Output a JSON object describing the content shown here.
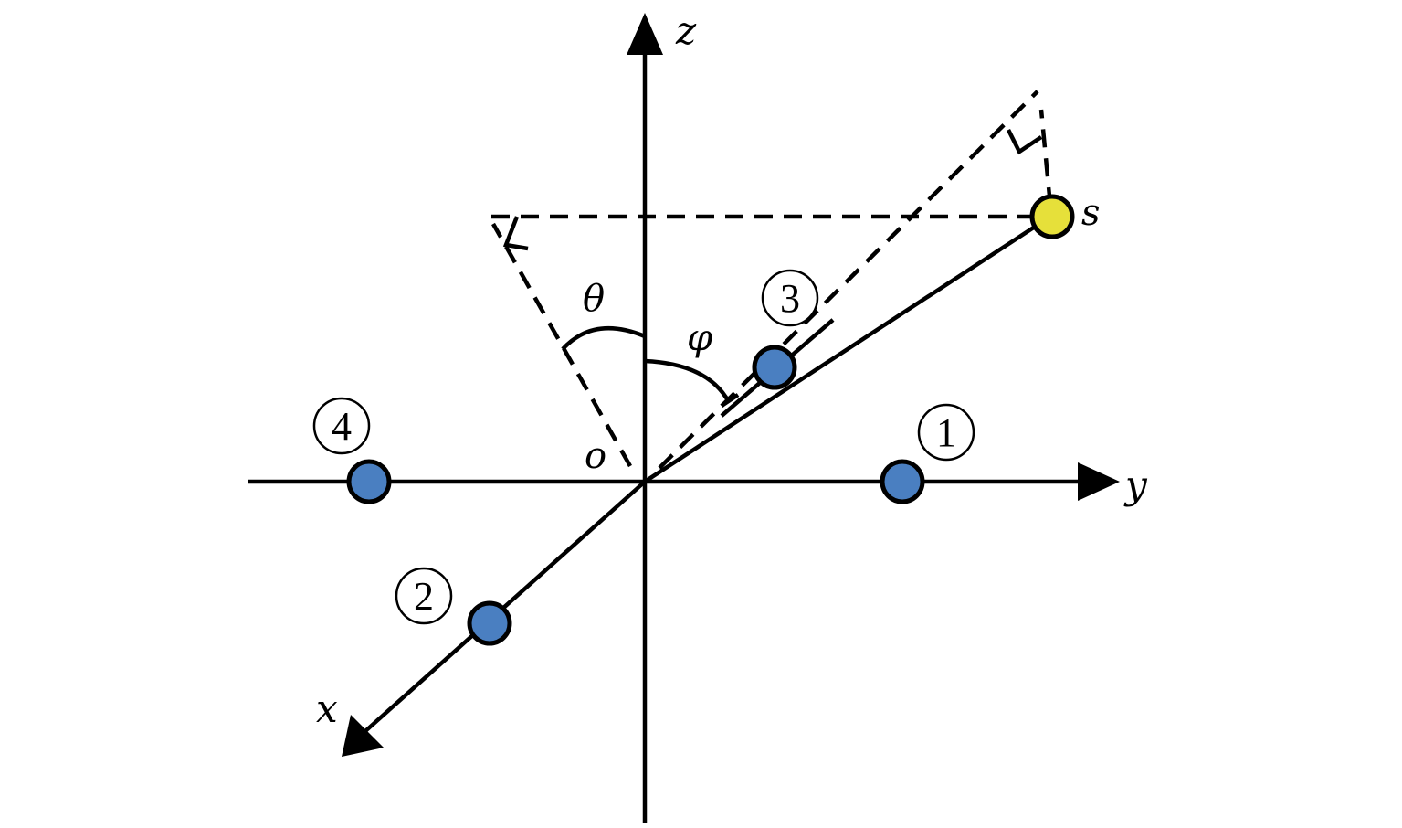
{
  "axes": {
    "x_label": "x",
    "y_label": "y",
    "z_label": "z",
    "origin_label": "o"
  },
  "angles": {
    "theta_label": "θ",
    "phi_label": "φ"
  },
  "source": {
    "label": "s",
    "color": "#e6e03a"
  },
  "sensors": {
    "color": "#4a7fc1",
    "items": [
      {
        "id": "sensor-1",
        "number": "1"
      },
      {
        "id": "sensor-2",
        "number": "2"
      },
      {
        "id": "sensor-3",
        "number": "3"
      },
      {
        "id": "sensor-4",
        "number": "4"
      }
    ]
  }
}
